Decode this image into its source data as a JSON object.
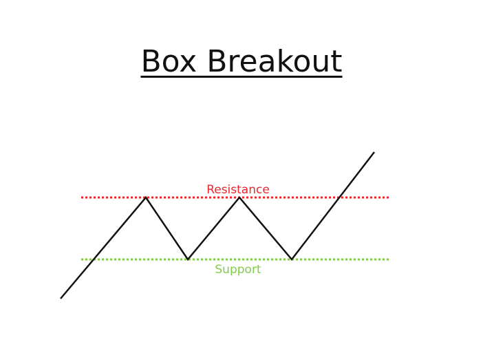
{
  "title": "Box Breakout",
  "resistance": {
    "label": "Resistance",
    "color": "#e8262b"
  },
  "support": {
    "label": "Support",
    "color": "#82cc4a"
  },
  "price_line_color": "#111111"
}
